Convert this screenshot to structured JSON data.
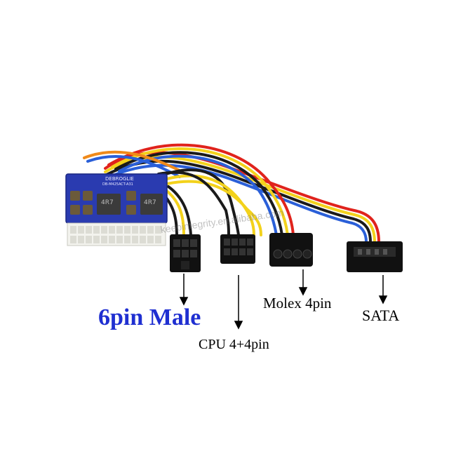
{
  "product": {
    "board_brand": "DEBROGLIE",
    "board_model": "DB-M425ACT-A31",
    "inductor_marking": "4R7",
    "watermark": "keepintegrity.en.alibaba.com"
  },
  "labels": {
    "six_pin": "6pin Male",
    "cpu": "CPU 4+4pin",
    "molex": "Molex 4pin",
    "sata": "SATA"
  },
  "colors": {
    "label_accent": "#1f2fd1",
    "pcb": "#2a3bb0",
    "wire_red": "#e0231c",
    "wire_yellow": "#f3d21c",
    "wire_black": "#1a1a1a",
    "wire_orange": "#f08a1a",
    "wire_blue": "#2a5fd8",
    "connector_white": "#f3f3ee",
    "connector_black": "#111111"
  }
}
